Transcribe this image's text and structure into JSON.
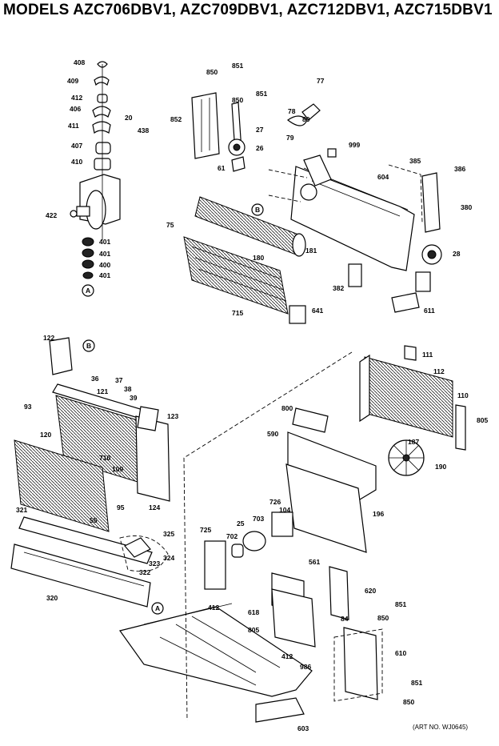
{
  "title": "MODELS AZC706DBV1, AZC709DBV1, AZC712DBV1,  AZC715DBV1",
  "art_number": "(ART NO. WJ0645)",
  "callouts": [
    "A",
    "B"
  ],
  "part_labels": [
    "408",
    "409",
    "412",
    "406",
    "411",
    "407",
    "410",
    "20",
    "438",
    "422",
    "401",
    "401",
    "400",
    "401",
    "850",
    "851",
    "850",
    "851",
    "852",
    "27",
    "26",
    "61",
    "77",
    "78",
    "80",
    "79",
    "999",
    "604",
    "385",
    "386",
    "380",
    "28",
    "75",
    "180",
    "181",
    "715",
    "641",
    "382",
    "611",
    "122",
    "36",
    "37",
    "38",
    "39",
    "121",
    "93",
    "123",
    "120",
    "710",
    "109",
    "95",
    "124",
    "55",
    "321",
    "325",
    "323",
    "324",
    "322",
    "320",
    "111",
    "112",
    "110",
    "805",
    "800",
    "590",
    "187",
    "190",
    "726",
    "104",
    "703",
    "25",
    "702",
    "725",
    "196",
    "561",
    "620",
    "618",
    "84",
    "412",
    "805",
    "412",
    "986",
    "851",
    "850",
    "610",
    "851",
    "850",
    "603"
  ]
}
